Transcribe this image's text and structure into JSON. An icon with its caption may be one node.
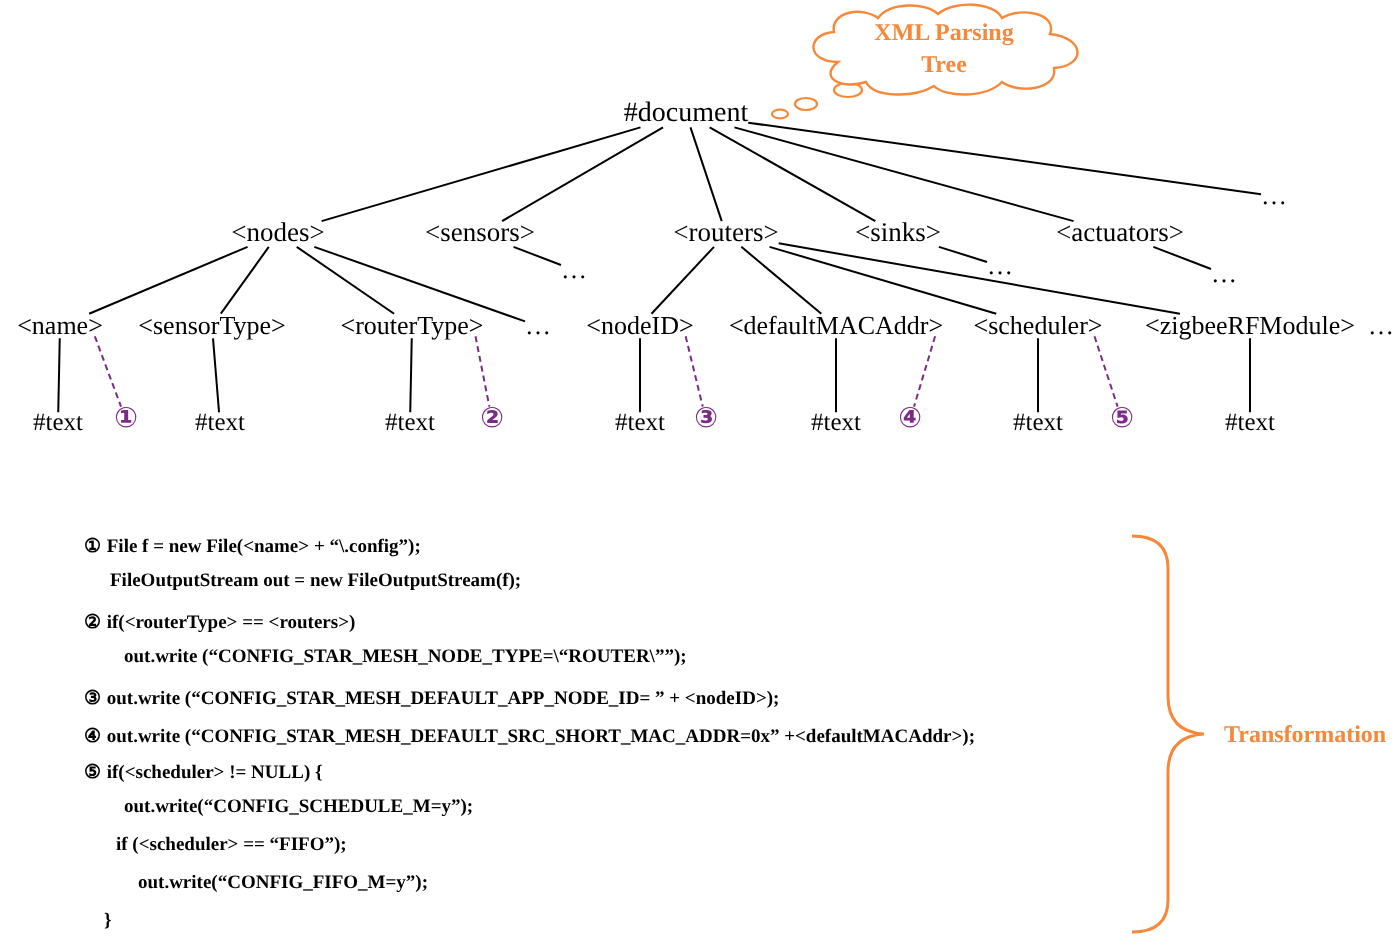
{
  "diagram": {
    "nodes": [
      {
        "text": [
          "XML Parsing Tree"
        ]
      },
      {
        "text": [
          "#document"
        ]
      },
      {
        "text": [
          "<nodes>"
        ]
      },
      {
        "text": [
          "<sensors>"
        ]
      },
      {
        "text": [
          "<routers>"
        ]
      },
      {
        "text": [
          "<sinks>"
        ]
      },
      {
        "text": [
          "<actuators>"
        ]
      },
      {
        "text": [
          "…"
        ]
      },
      {
        "text": [
          "…"
        ]
      },
      {
        "text": [
          "…"
        ]
      },
      {
        "text": [
          "…"
        ]
      },
      {
        "text": [
          "<name>"
        ]
      },
      {
        "text": [
          "<sensorType>"
        ]
      },
      {
        "text": [
          "<routerType>"
        ]
      },
      {
        "text": [
          "…"
        ]
      },
      {
        "text": [
          "<nodeID>"
        ]
      },
      {
        "text": [
          "<defaultMACAddr>"
        ]
      },
      {
        "text": [
          "<scheduler>"
        ]
      },
      {
        "text": [
          "<zigbeeRFModule>"
        ]
      },
      {
        "text": [
          "#text"
        ]
      },
      {
        "text": [
          "#text"
        ]
      },
      {
        "text": [
          "#text"
        ]
      },
      {
        "text": [
          "#text"
        ]
      },
      {
        "text": [
          "#text"
        ]
      },
      {
        "text": [
          "#text"
        ]
      },
      {
        "text": [
          "#text"
        ]
      },
      {
        "text": [
          "①"
        ]
      },
      {
        "text": [
          "②"
        ]
      },
      {
        "text": [
          "③"
        ]
      },
      {
        "text": [
          "④"
        ]
      },
      {
        "text": [
          "⑤"
        ]
      }
    ],
    "edges": [
      {
        "from": 1,
        "to": 2,
        "arrow": "none"
      },
      {
        "from": 1,
        "to": 3,
        "arrow": "none"
      },
      {
        "from": 1,
        "to": 4,
        "arrow": "none"
      },
      {
        "from": 1,
        "to": 5,
        "arrow": "none"
      },
      {
        "from": 1,
        "to": 6,
        "arrow": "none"
      },
      {
        "from": 1,
        "to": 7,
        "arrow": "none"
      },
      {
        "from": 3,
        "to": 8,
        "arrow": "none"
      },
      {
        "from": 5,
        "to": 9,
        "arrow": "none"
      },
      {
        "from": 6,
        "to": 10,
        "arrow": "none"
      },
      {
        "from": 2,
        "to": 11,
        "arrow": "none"
      },
      {
        "from": 2,
        "to": 12,
        "arrow": "none"
      },
      {
        "from": 2,
        "to": 13,
        "arrow": "none"
      },
      {
        "from": 2,
        "to": 14,
        "arrow": "none"
      },
      {
        "from": 4,
        "to": 15,
        "arrow": "none"
      },
      {
        "from": 4,
        "to": 16,
        "arrow": "none"
      },
      {
        "from": 4,
        "to": 17,
        "arrow": "none"
      },
      {
        "from": 4,
        "to": 18,
        "arrow": "none"
      },
      {
        "from": 11,
        "to": 19,
        "arrow": "none"
      },
      {
        "from": 12,
        "to": 20,
        "arrow": "none"
      },
      {
        "from": 13,
        "to": 21,
        "arrow": "none"
      },
      {
        "from": 15,
        "to": 22,
        "arrow": "none"
      },
      {
        "from": 16,
        "to": 23,
        "arrow": "none"
      },
      {
        "from": 17,
        "to": 24,
        "arrow": "none"
      },
      {
        "from": 18,
        "to": 25,
        "arrow": "none"
      },
      {
        "from": 11,
        "to": 26,
        "arrow": "none",
        "style": "dashed",
        "color": "#7b2a85"
      },
      {
        "from": 13,
        "to": 27,
        "arrow": "none",
        "style": "dashed",
        "color": "#7b2a85"
      },
      {
        "from": 15,
        "to": 28,
        "arrow": "none",
        "style": "dashed",
        "color": "#7b2a85"
      },
      {
        "from": 16,
        "to": 29,
        "arrow": "none",
        "style": "dashed",
        "color": "#7b2a85"
      },
      {
        "from": 17,
        "to": 30,
        "arrow": "none",
        "style": "dashed",
        "color": "#7b2a85"
      }
    ],
    "labels": [
      "…",
      "① File f = new File(<name> + “\\.config”);",
      "FileOutputStream out = new FileOutputStream(f);",
      "② if(<routerType> == <routers>)",
      "out.write (“CONFIG_STAR_MESH_NODE_TYPE=\\“ROUTER\\””);",
      "③ out.write (“CONFIG_STAR_MESH_DEFAULT_APP_NODE_ID= ” + <nodeID>);",
      "④ out.write (“CONFIG_STAR_MESH_DEFAULT_SRC_SHORT_MAC_ADDR=0x” +<defaultMACAddr>);",
      "⑤ if(<scheduler> != NULL) {",
      "out.write(“CONFIG_SCHEDULE_M=y”);",
      "if (<scheduler> == “FIFO”);",
      "out.write(“CONFIG_FIFO_M=y”);",
      "}",
      "Transformation"
    ]
  }
}
